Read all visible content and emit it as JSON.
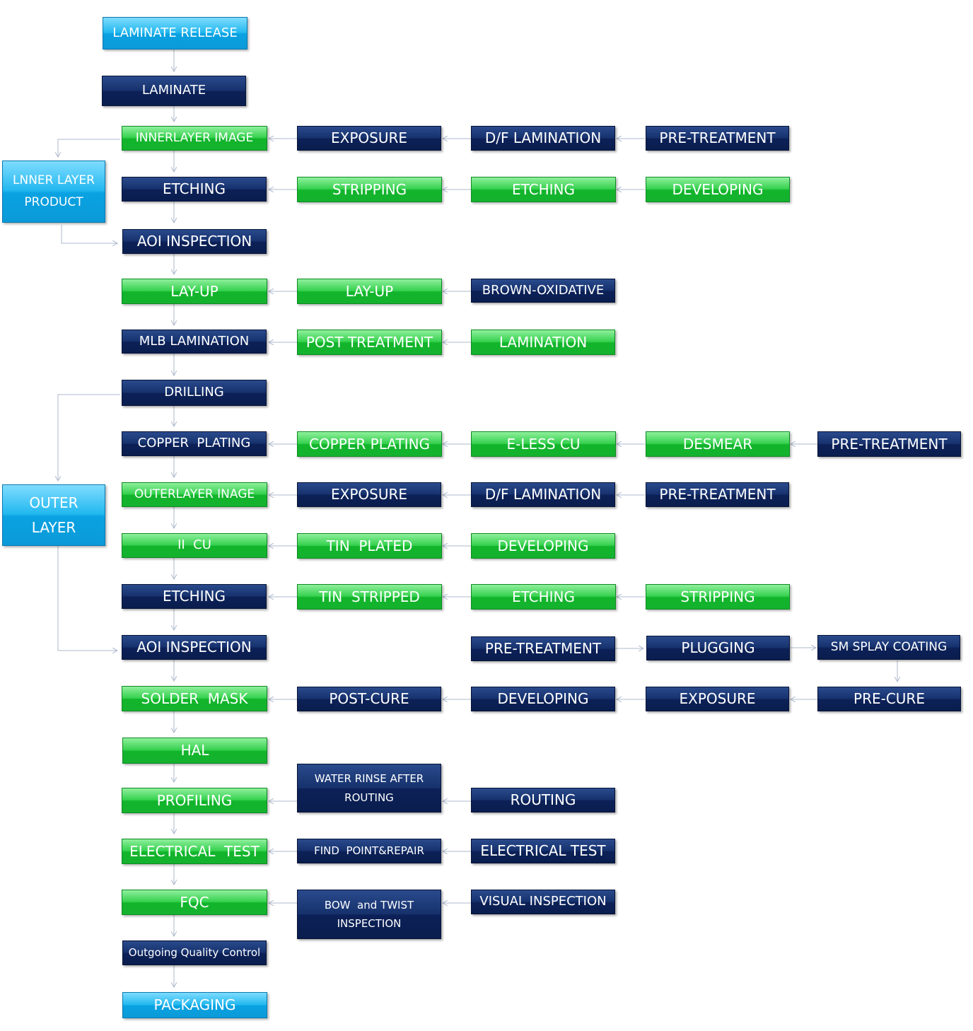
{
  "steps": {
    "laminate_release": "LAMINATE RELEASE",
    "laminate": "LAMINATE",
    "innerlayer_image": "INNERLAYER IMAGE",
    "exposure_1": "EXPOSURE",
    "df_lamination_1": "D/F LAMINATION",
    "pre_treatment_1": "PRE-TREATMENT",
    "inner_product_line1": "LNNER LAYER",
    "inner_product_line2": "PRODUCT",
    "etching_main_1": "ETCHING",
    "stripping_1": "STRIPPING",
    "etching_1": "ETCHING",
    "developing_1": "DEVELOPING",
    "aoi_inspection_1": "AOI INSPECTION",
    "layup_main": "LAY-UP",
    "layup": "LAY-UP",
    "brown_oxidative": "BROWN-OXIDATIVE",
    "mlb_lamination": "MLB LAMINATION",
    "post_treatment": "POST TREATMENT",
    "lamination": "LAMINATION",
    "drilling": "DRILLING",
    "copper_plating_main": "COPPER  PLATING",
    "copper_plating": "COPPER PLATING",
    "e_less_cu": "E-LESS CU",
    "desmear": "DESMEAR",
    "pre_treatment_2": "PRE-TREATMENT",
    "outer_layer_line1": "OUTER",
    "outer_layer_line2": "LAYER",
    "outerlayer_image": "OUTERLAYER INAGE",
    "exposure_2": "EXPOSURE",
    "df_lamination_2": "D/F LAMINATION",
    "pre_treatment_3": "PRE-TREATMENT",
    "ii_cu": "II  CU",
    "tin_plated": "TIN  PLATED",
    "developing_2": "DEVELOPING",
    "etching_main_2": "ETCHING",
    "tin_stripped": "TIN  STRIPPED",
    "etching_2": "ETCHING",
    "stripping_2": "STRIPPING",
    "aoi_inspection_2": "AOI INSPECTION",
    "pre_treatment_4": "PRE-TREATMENT",
    "plugging": "PLUGGING",
    "sm_splay_coating": "SM SPLAY COATING",
    "solder_mask": "SOLDER  MASK",
    "post_cure": "POST-CURE",
    "developing_3": "DEVELOPING",
    "exposure_3": "EXPOSURE",
    "pre_cure": "PRE-CURE",
    "hal": "HAL",
    "profiling": "PROFILING",
    "water_rinse_line1": "WATER RINSE AFTER",
    "water_rinse_line2": "ROUTING",
    "routing": "ROUTING",
    "electrical_test_main": "ELECTRICAL  TEST",
    "find_point_repair": "FIND  POINT&REPAIR",
    "electrical_test": "ELECTRICAL TEST",
    "fqc": "FQC",
    "bow_twist_line1": "BOW  and TWIST",
    "bow_twist_line2": "INSPECTION",
    "visual_inspection": "VISUAL INSPECTION",
    "outgoing_quality_control": "Outgoing Quality Control",
    "packaging": "PACKAGING"
  },
  "colors": {
    "navy": "#0c2158",
    "green": "#14b22e",
    "cyan": "#0aa2e2",
    "connector": "#aeb9cc"
  }
}
